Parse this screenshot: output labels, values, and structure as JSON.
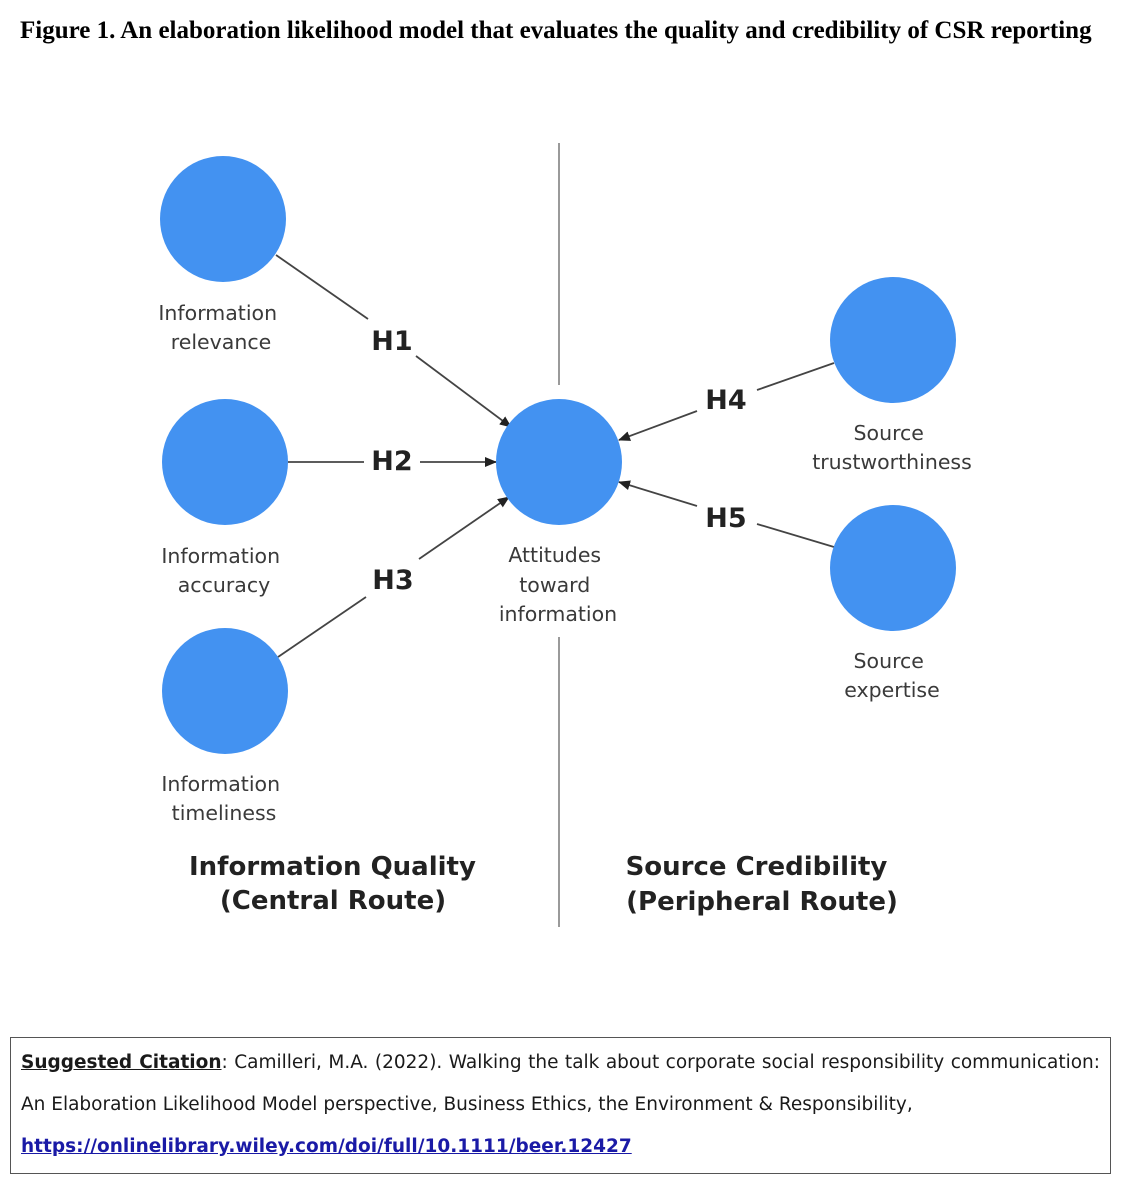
{
  "figure": {
    "title": "Figure 1. An elaboration likelihood model that evaluates the quality and credibility of CSR reporting"
  },
  "colors": {
    "node_fill": "#4392f1",
    "line": "#444444",
    "divider": "#9a9a9a",
    "text": "#3a3a3a"
  },
  "nodes": [
    {
      "id": "relevance",
      "label_lines": [
        "Information",
        "relevance"
      ]
    },
    {
      "id": "accuracy",
      "label_lines": [
        "Information",
        "accuracy"
      ]
    },
    {
      "id": "timeliness",
      "label_lines": [
        "Information",
        "timeliness"
      ]
    },
    {
      "id": "attitudes",
      "label_lines": [
        "Attitudes",
        "toward",
        "information"
      ]
    },
    {
      "id": "trustworthiness",
      "label_lines": [
        "Source",
        "trustworthiness"
      ]
    },
    {
      "id": "expertise",
      "label_lines": [
        "Source",
        "expertise"
      ]
    }
  ],
  "hypotheses": [
    {
      "label": "H1",
      "from": "relevance",
      "to": "attitudes"
    },
    {
      "label": "H2",
      "from": "accuracy",
      "to": "attitudes"
    },
    {
      "label": "H3",
      "from": "timeliness",
      "to": "attitudes"
    },
    {
      "label": "H4",
      "from": "trustworthiness",
      "to": "attitudes"
    },
    {
      "label": "H5",
      "from": "expertise",
      "to": "attitudes"
    }
  ],
  "routes": {
    "central": {
      "line1": "Information Quality",
      "line2": "(Central Route)"
    },
    "peripheral": {
      "line1": "Source Credibility",
      "line2": "(Peripheral Route)"
    }
  },
  "citation": {
    "label": "Suggested Citation",
    "text": ": Camilleri, M.A. (2022). Walking the talk about corporate social responsibility communication: An Elaboration Likelihood Model perspective, Business Ethics, the Environment & Responsibility,",
    "link": "https://onlinelibrary.wiley.com/doi/full/10.1111/beer.12427"
  }
}
